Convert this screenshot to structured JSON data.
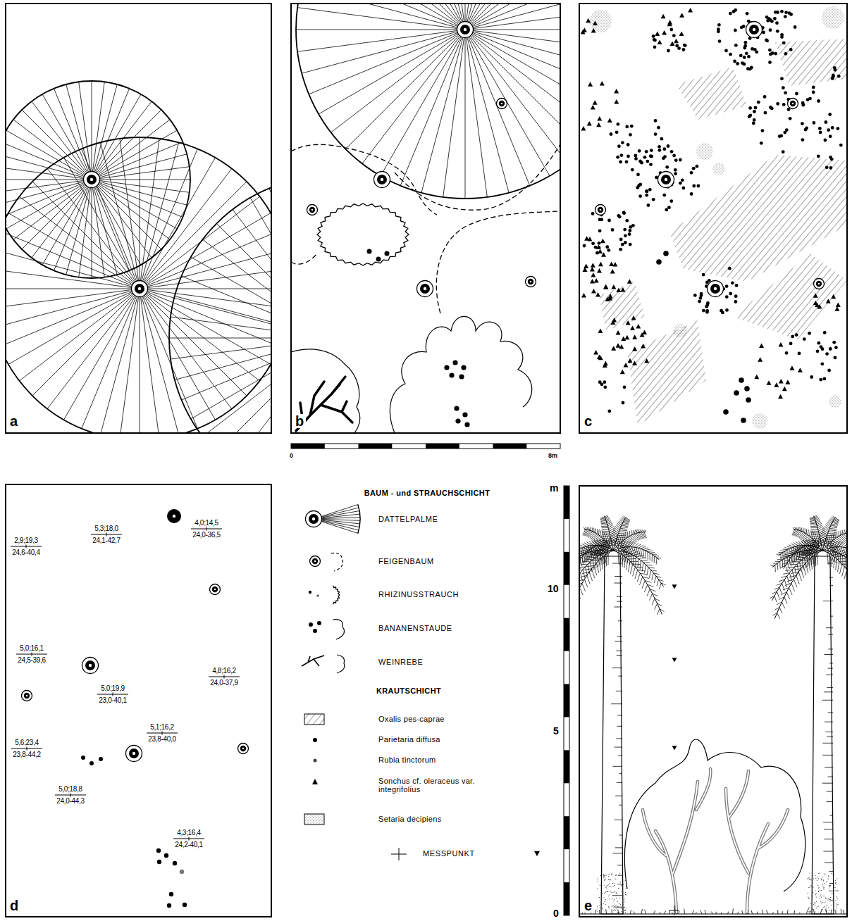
{
  "diagram": {
    "labels": [
      "a",
      "b",
      "c",
      "d",
      "e",
      "0",
      "8m",
      "BAUM - und STRAUCHSCHICHT",
      "KRAUTSCHICHT",
      "m",
      "10",
      "5",
      "0",
      "2,9;19,3",
      "24,6-40,4",
      "5,3;18,0",
      "24,1-42,7",
      "4,0;14,5",
      "24,0-36,5",
      "5,0;16,1",
      "24,5-39,6",
      "4,8;16,2",
      "24,0-37,9",
      "5,0;19,9",
      "23,0-40,1",
      "5,1;16,2",
      "23,8-40,0",
      "5,6;23,4",
      "23,8-44,2",
      "5,0;18,8",
      "24,0-44,3",
      "4,3;16,4",
      "24,2-40,1"
    ],
    "legend": [
      {
        "text": "DATTELPALME"
      },
      {
        "text": "FEIGENBAUM"
      },
      {
        "text": "RHIZINUSSTRAUCH"
      },
      {
        "text": "BANANENSTAUDE"
      },
      {
        "text": "WEINREBE"
      },
      {
        "text": "Oxalis pes-caprae"
      },
      {
        "text": "Parietaria diffusa"
      },
      {
        "text": "Rubia tinctorum"
      },
      {
        "text": "Sonchus cf. oleraceus var. integrifolius"
      },
      {
        "text": "Setaria decipiens"
      },
      {
        "text": "MESSPUNKT"
      }
    ]
  }
}
